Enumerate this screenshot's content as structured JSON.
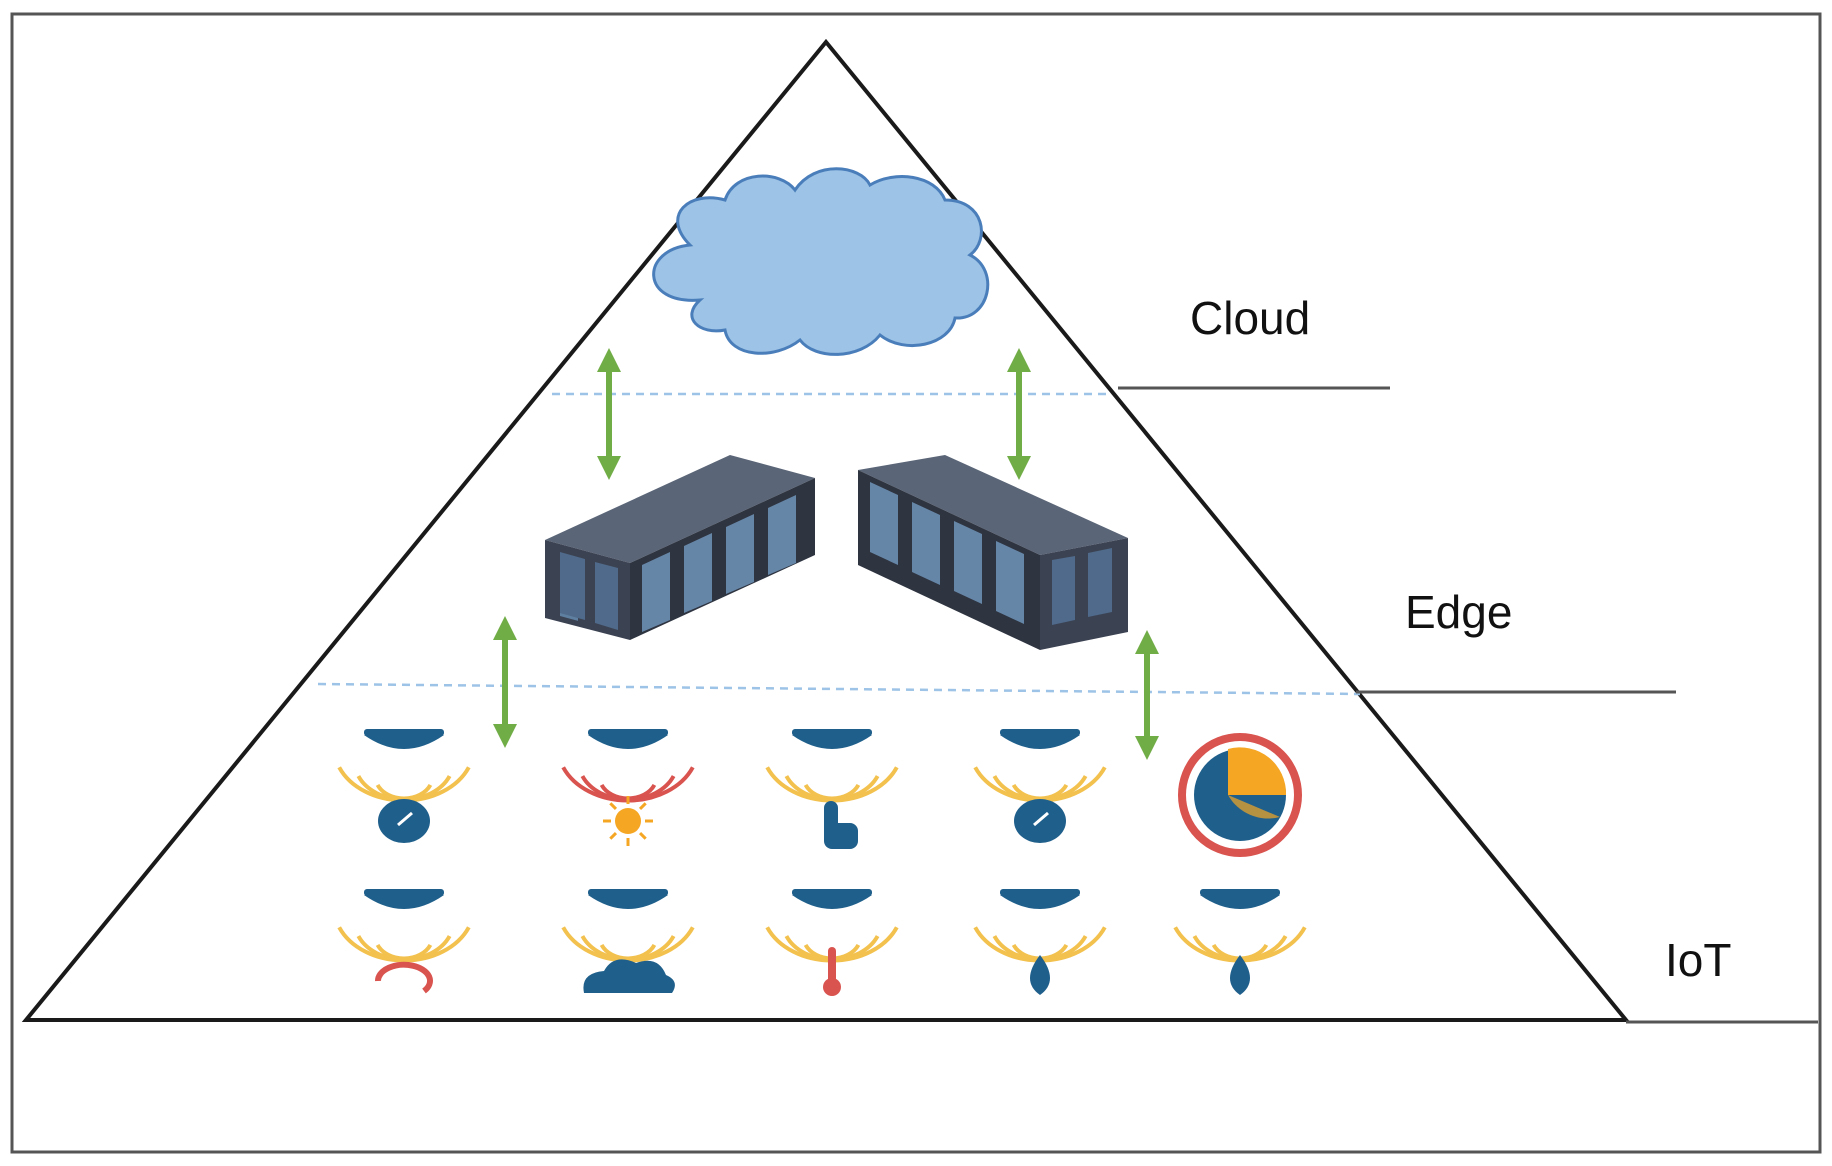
{
  "layers": [
    {
      "id": "cloud",
      "label": "Cloud"
    },
    {
      "id": "edge",
      "label": "Edge"
    },
    {
      "id": "iot",
      "label": "IoT"
    }
  ],
  "colors": {
    "outline": "#1a1a1a",
    "cloud_fill": "#9dc3e6",
    "cloud_stroke": "#4a7ebb",
    "arrow": "#70ad47",
    "divider_dashed": "#9dc3e6",
    "divider_solid": "#555555",
    "server_dark": "#3b4252",
    "server_panel": "#5f7fa1",
    "sensor_blue": "#1f5f8b",
    "wave_yellow": "#f2c14e",
    "wave_red": "#d9534f",
    "accent_orange": "#f5a623"
  },
  "iot_sensors": [
    {
      "icon": "gyroscope-sensor-icon"
    },
    {
      "icon": "light-sensor-icon"
    },
    {
      "icon": "touch-sensor-icon"
    },
    {
      "icon": "pressure-sensor-icon"
    },
    {
      "icon": "level-gauge-icon"
    },
    {
      "icon": "rotation-sensor-icon"
    },
    {
      "icon": "co2-sensor-icon"
    },
    {
      "icon": "temperature-sensor-icon"
    },
    {
      "icon": "water-sensor-icon"
    },
    {
      "icon": "humidity-sensor-icon"
    }
  ]
}
